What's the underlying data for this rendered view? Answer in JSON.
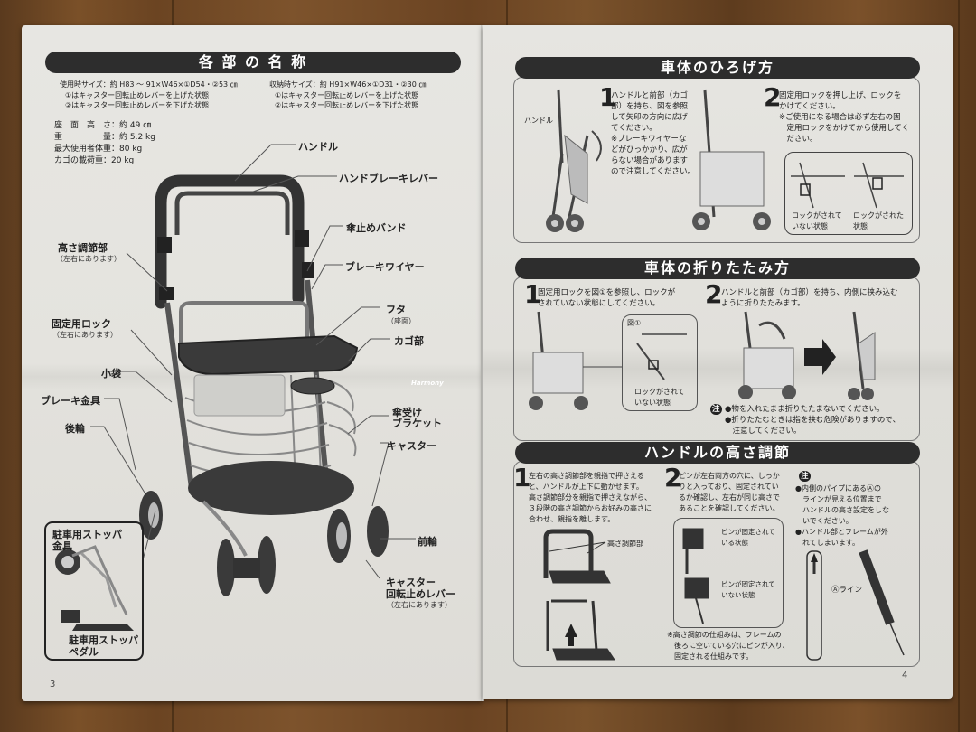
{
  "left_page": {
    "title": "各 部 の 名 称",
    "page_number": "3",
    "specs": {
      "use_size": "使用時サイズ：約 H83 ～ 91×W46×①D54・②53 ㎝",
      "use_note_1": "①はキャスター回転止めレバーを上げた状態",
      "use_note_2": "②はキャスター回転止めレバーを下げた状態",
      "storage_size": "収納時サイズ：約 H91×W46×①D31・②30 ㎝",
      "storage_note_1": "①はキャスター回転止めレバーを上げた状態",
      "storage_note_2": "②はキャスター回転止めレバーを下げた状態",
      "seat_height": "座　面　高　さ：約 49 ㎝",
      "weight": "重　　　　　量：約 5.2 kg",
      "max_user_weight": "最大使用者体重：80 kg",
      "basket_load": "カゴの載荷重：20 kg"
    },
    "parts": {
      "handle": "ハンドル",
      "hand_brake_lever": "ハンドブレーキレバー",
      "umbrella_band": "傘止めバンド",
      "height_adjust": "高さ調節部",
      "height_adjust_note": "（左右にあります）",
      "brake_wire": "ブレーキワイヤー",
      "lid": "フタ",
      "lid_note": "（座面）",
      "basket": "カゴ部",
      "lock": "固定用ロック",
      "lock_note": "（左右にあります）",
      "pouch": "小袋",
      "brake_fitting": "ブレーキ金具",
      "rear_wheel": "後輪",
      "umbrella_bracket_1": "傘受け",
      "umbrella_bracket_2": "ブラケット",
      "caster": "キャスター",
      "front_wheel": "前輪",
      "caster_lever_1": "キャスター",
      "caster_lever_2": "回転止めレバー",
      "caster_lever_note": "（左右にあります）",
      "parking_stopper_fitting_1": "駐車用ストッパ",
      "parking_stopper_fitting_2": "金具",
      "parking_stopper_pedal_1": "駐車用ストッパ",
      "parking_stopper_pedal_2": "ペダル",
      "brand": "Harmony"
    }
  },
  "right_page": {
    "page_number": "4",
    "unfold": {
      "title": "車体のひろげ方",
      "handle_label": "ハンドル",
      "step1_num": "1",
      "step1_text": "ハンドルと前部（カゴ\n部）を持ち、図を参照\nして矢印の方向に広げ\nてください。\n※ブレーキワイヤーな\nどがひっかかり、広が\nらない場合があります\nので注意してください。",
      "step2_num": "2",
      "step2_text": "固定用ロックを押し上げ、ロックを\nかけてください。\n※ご使用になる場合は必ず左右の固\n　定用ロックをかけてから使用してく\n　ださい。",
      "unlocked_label": "ロックがされて\nいない状態",
      "locked_label": "ロックがされた\n状態"
    },
    "fold": {
      "title": "車体の折りたたみ方",
      "step1_num": "1",
      "step1_text": "固定用ロックを図①を参照し、ロックが\nされていない状態にしてください。",
      "figure_label": "図①",
      "unlocked_label": "ロックがされて\nいない状態",
      "step2_num": "2",
      "step2_text": "ハンドルと前部（カゴ部）を持ち、内側に挟み込む\nように折りたたみます。",
      "caution_icon": "注",
      "caution_1": "●物を入れたまま折りたたまないでください。",
      "caution_2": "●折りたたむときは指を挟む危険がありますので、\n　注意してください。"
    },
    "height": {
      "title": "ハンドルの高さ調節",
      "step1_num": "1",
      "step1_text": "左右の高さ調節部を親指で押さえる\nと、ハンドルが上下に動かせます。\n高さ調節部分を親指で押さえながら、\n３段階の高さ調節からお好みの高さに\n合わせ、親指を離します。",
      "adjust_label": "高さ調節部",
      "step2_num": "2",
      "step2_text": "ピンが左右両方の穴に、しっか\nりと入っており、固定されてい\nるか確認し、左右が同じ高さで\nあることを確認してください。",
      "pin_fixed": "ピンが固定されて\nいる状態",
      "pin_not_fixed": "ピンが固定されて\nいない状態",
      "mechanism_note": "※高さ調節の仕組みは、フレームの\n　後ろに空いている穴にピンが入り、\n　固定される仕組みです。",
      "caution_icon": "注",
      "caution_text": "●内側のパイプにあるⒶの\n　ラインが見える位置まで\n　ハンドルの高さ設定をしな\n　いでください。\n●ハンドル部とフレームが外\n　れてしまいます。",
      "line_label": "Ⓐライン"
    }
  }
}
